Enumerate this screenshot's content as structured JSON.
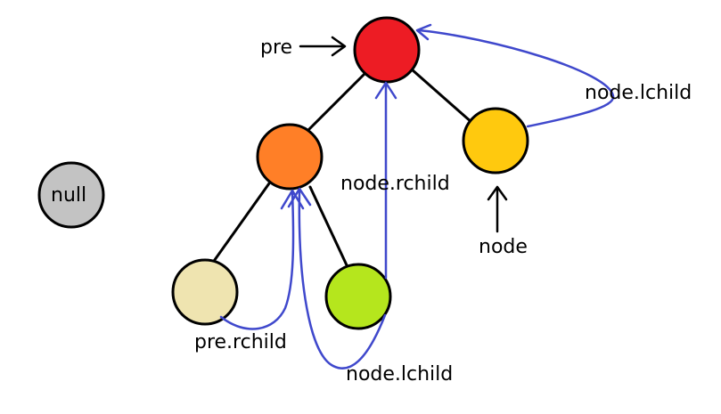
{
  "labels": {
    "pre": "pre",
    "node": "node",
    "null": "null",
    "node_rchild": "node.rchild",
    "node_lchild_top": "node.lchild",
    "node_lchild_bottom": "node.lchild",
    "pre_rchild": "pre.rchild"
  },
  "colors": {
    "root": "#ed1c24",
    "left_child": "#ff7f27",
    "right_child": "#ffc90e",
    "left_left": "#efe4b0",
    "left_right": "#b5e61d",
    "null_node": "#c3c3c3",
    "thread_arrow": "#3f48cc",
    "edge": "#000000"
  }
}
